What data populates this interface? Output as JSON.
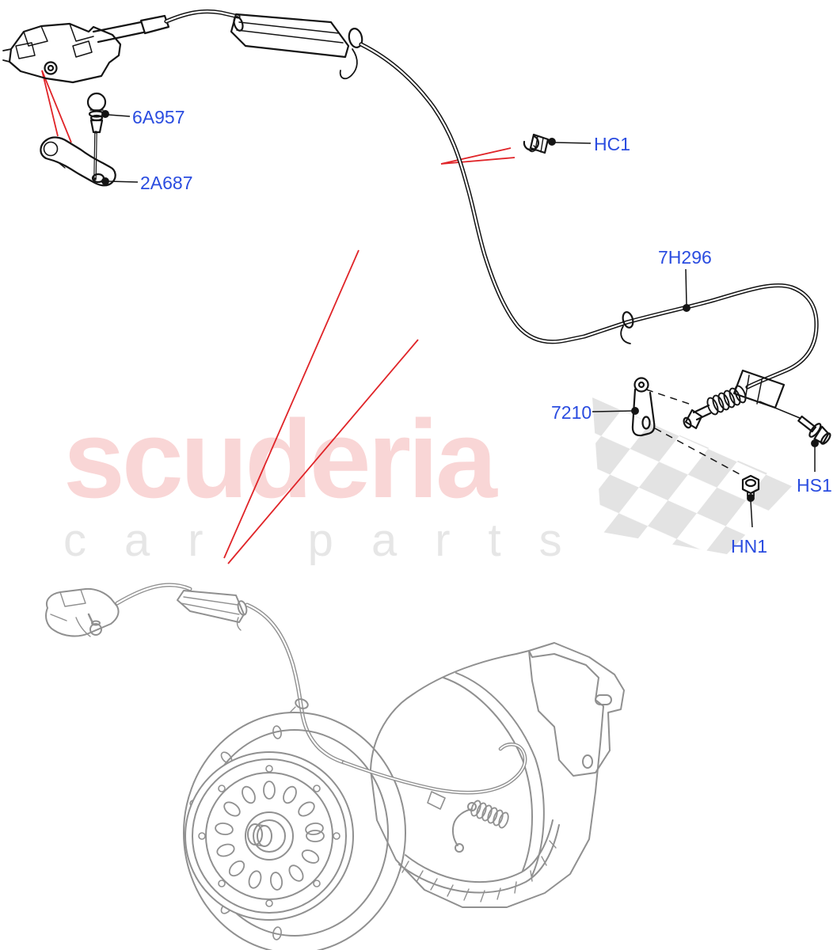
{
  "page": {
    "background": "#ffffff"
  },
  "watermark": {
    "brand": "scuderia",
    "tagline": "car parts",
    "brand_color": "#f9d6d6",
    "tagline_color": "#e6e6e6",
    "checker_color": "#e3e3e3"
  },
  "parts": {
    "label_color": "#2a4ce0",
    "list": [
      {
        "id": "6A957"
      },
      {
        "id": "2A687"
      },
      {
        "id": "HC1"
      },
      {
        "id": "7H296"
      },
      {
        "id": "7210"
      },
      {
        "id": "HS1"
      },
      {
        "id": "HN1"
      }
    ]
  },
  "annotations": {
    "callout_color": "#e02428",
    "leader_color": "#141414",
    "art_black": "#141414",
    "art_gray": "#909090"
  }
}
